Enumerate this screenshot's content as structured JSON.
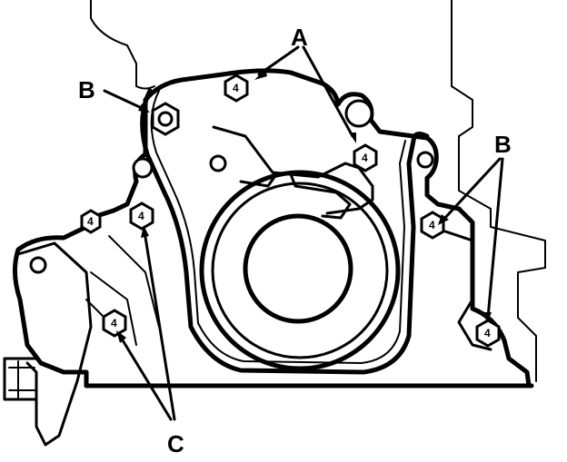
{
  "diagram": {
    "callouts": {
      "a": "A",
      "b_left": "B",
      "b_right": "B",
      "c": "C"
    },
    "bolt_marks": [
      "4",
      "4",
      "4",
      "4",
      "4",
      "4",
      "4"
    ],
    "ink_color": "#000000",
    "background_color": "#ffffff"
  }
}
